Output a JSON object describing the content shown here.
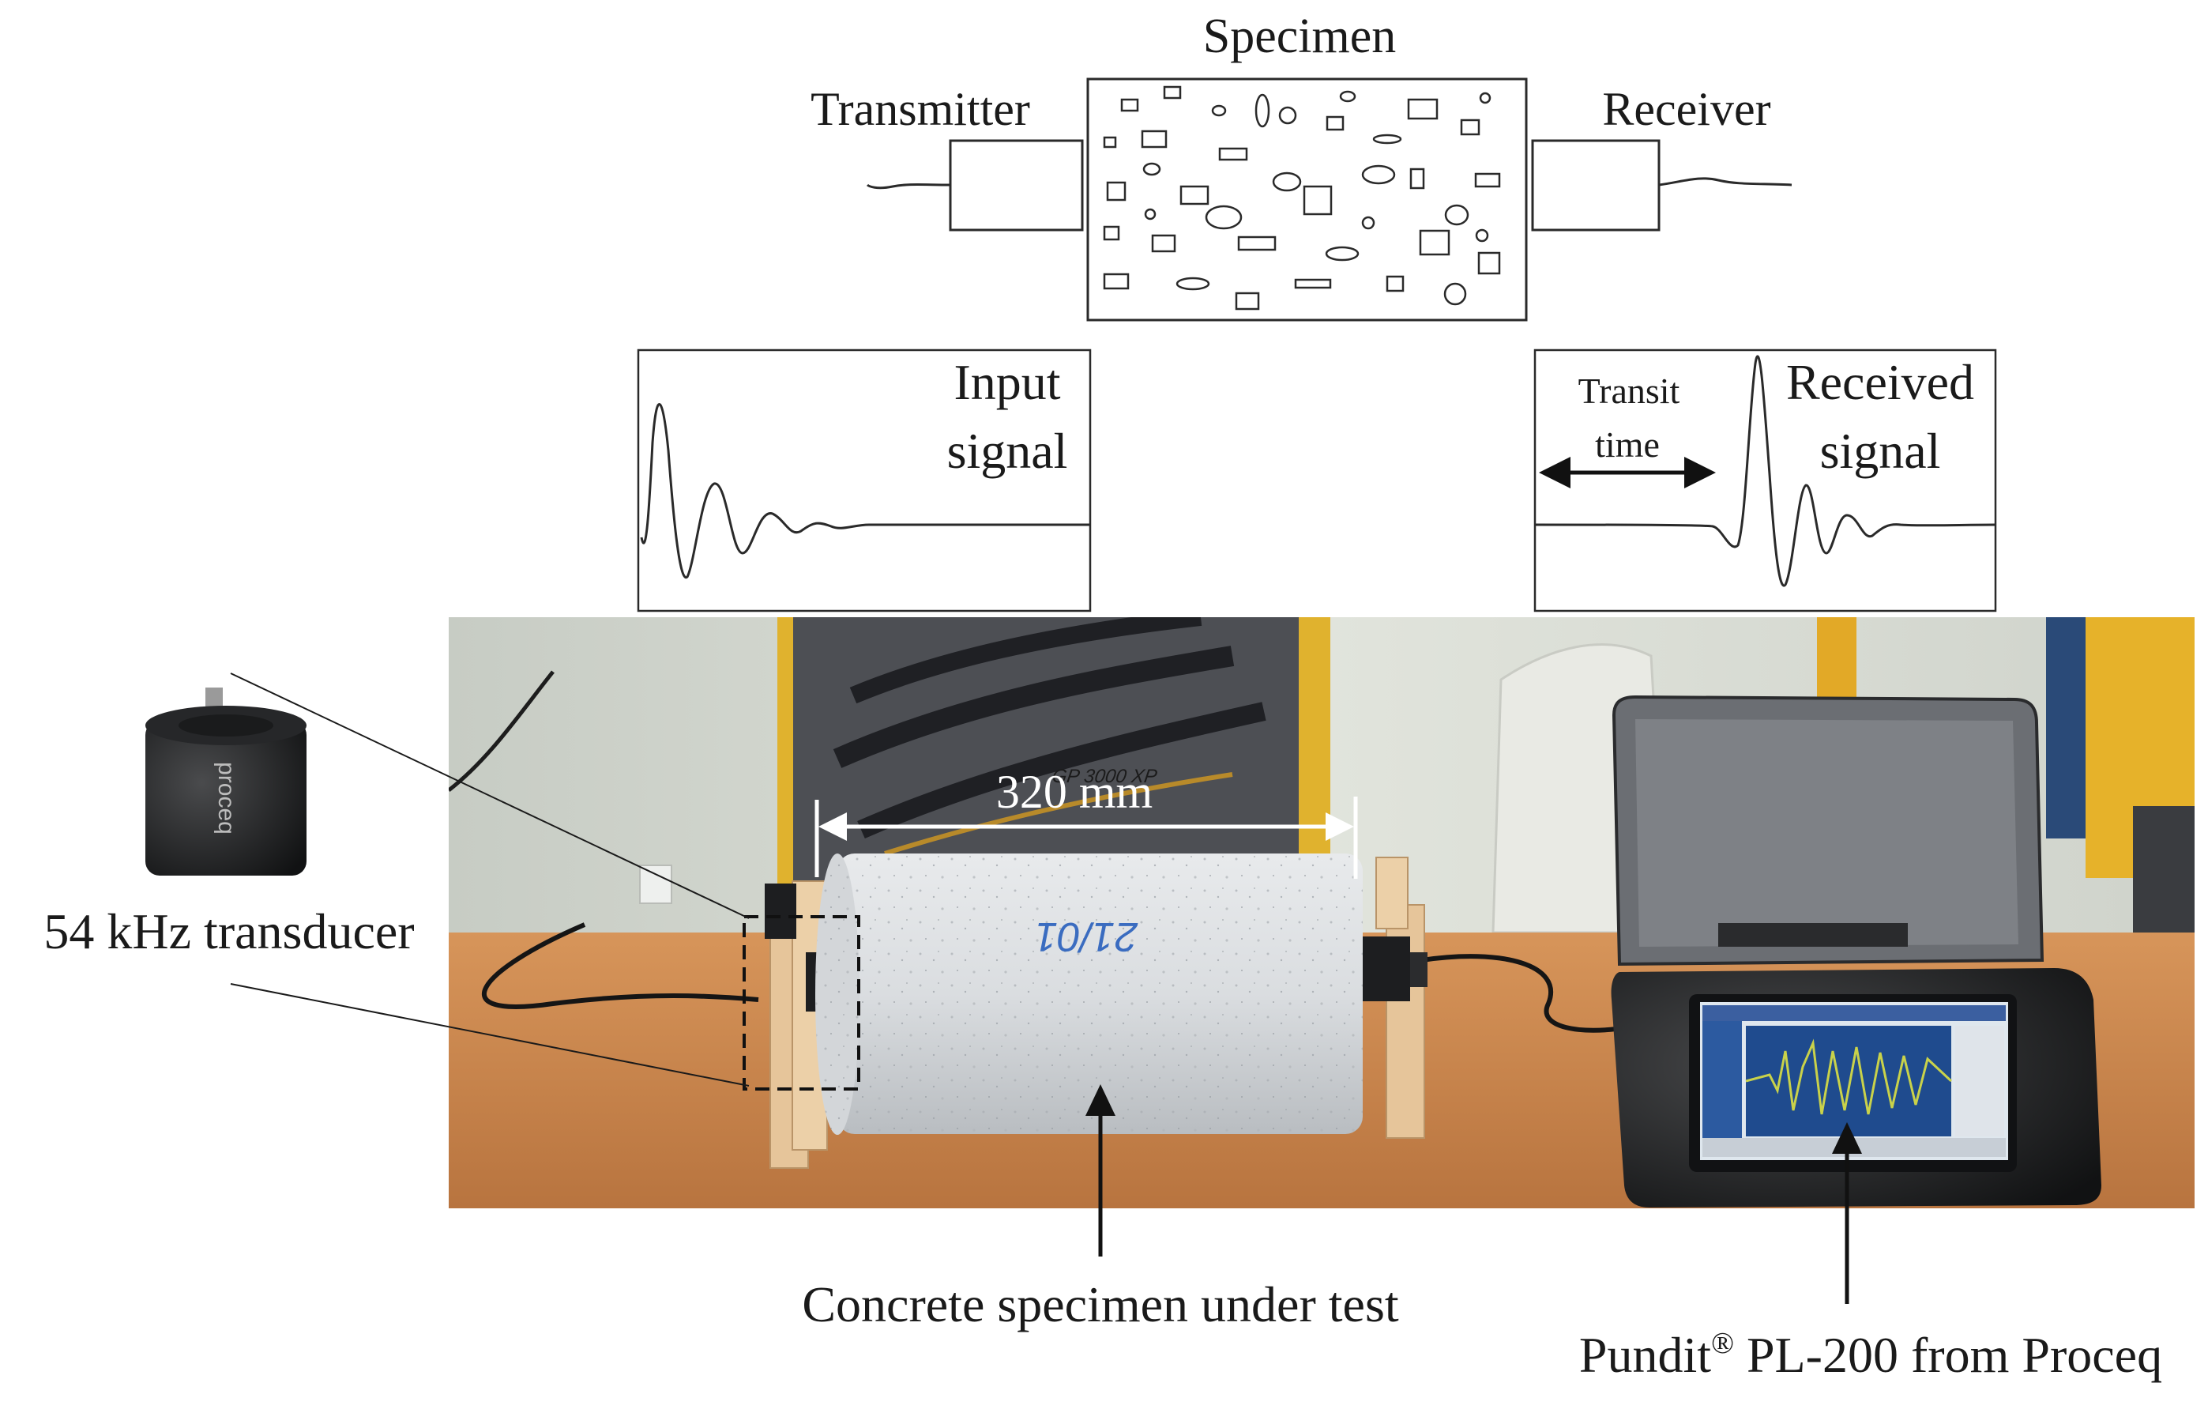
{
  "labels": {
    "specimen": "Specimen",
    "transmitter": "Transmitter",
    "receiver": "Receiver",
    "input_signal": [
      "Input",
      "signal"
    ],
    "received_signal": [
      "Received",
      "signal"
    ],
    "transit_time": [
      "Transit",
      "time"
    ],
    "dimension": "320 mm",
    "transducer": "54 kHz transducer",
    "specimen_caption": "Concrete specimen under test",
    "device_caption_main": "Pundit",
    "device_caption_mark": "®",
    "device_caption_rest": " PL-200 from Proceq",
    "transducer_brand": "proceq",
    "cylinder_marking": "21/01",
    "machine_marking": "GP 3000 XP"
  },
  "colors": {
    "ink": "#1a1a1a",
    "wall": "#d9ddd5",
    "table": "#c9874e",
    "concrete": "#dcdfe2",
    "frame_yellow": "#e3b62c",
    "device_body": "#2c2e31",
    "device_screen_trace": "#c9d24a"
  }
}
